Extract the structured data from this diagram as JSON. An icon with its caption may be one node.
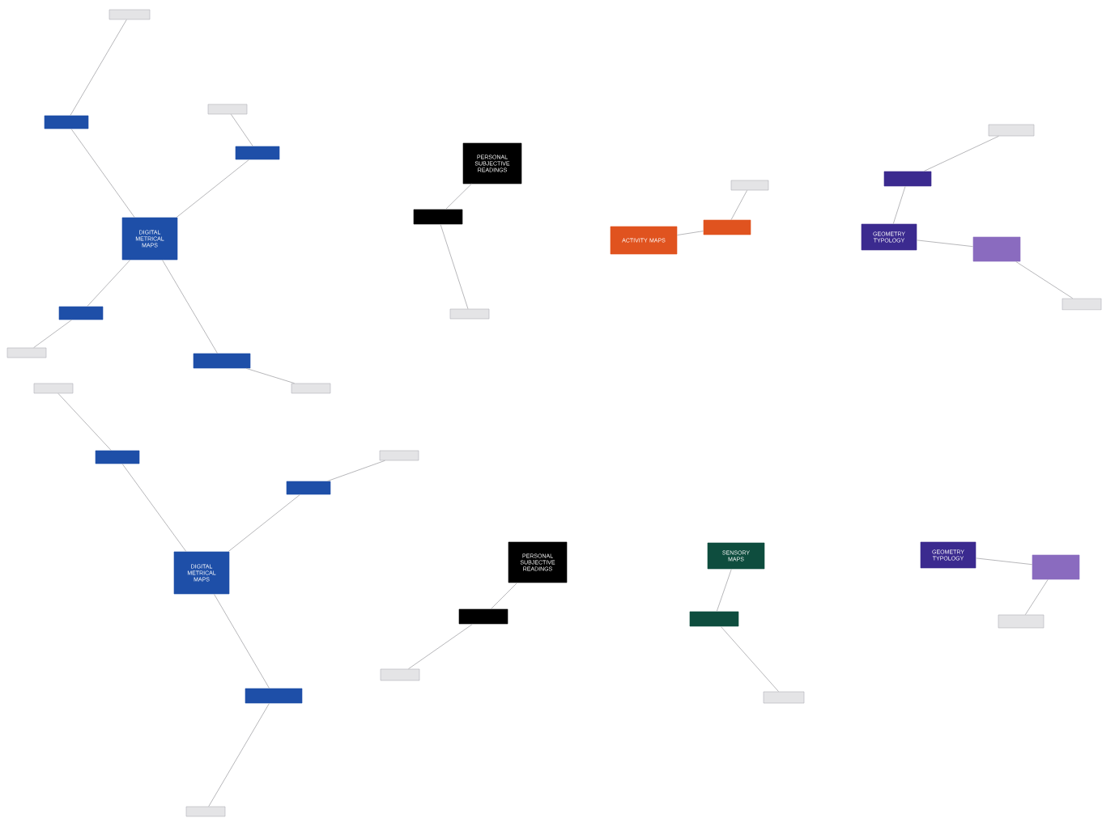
{
  "diagram": {
    "nodes": [
      {
        "text": [
          "DIGITAL METRICAL MAPS"
        ]
      },
      {
        "text": [],
        "shape": "box"
      },
      {
        "text": [],
        "shape": "box"
      },
      {
        "text": [],
        "shape": "box"
      },
      {
        "text": [],
        "shape": "box"
      },
      {
        "text": [],
        "shape": "box"
      },
      {
        "text": [],
        "shape": "box"
      },
      {
        "text": [],
        "shape": "box"
      },
      {
        "text": [],
        "shape": "box"
      },
      {
        "text": [
          "PERSONAL SUBJECTIVE READINGS"
        ]
      },
      {
        "text": [],
        "shape": "box"
      },
      {
        "text": [],
        "shape": "box"
      },
      {
        "text": [
          "ACTIVITY MAPS"
        ]
      },
      {
        "text": [],
        "shape": "box"
      },
      {
        "text": [],
        "shape": "box"
      },
      {
        "text": [
          "GEOMETRY TYPOLOGY"
        ]
      },
      {
        "text": [],
        "shape": "box"
      },
      {
        "text": [],
        "shape": "box"
      },
      {
        "text": [],
        "shape": "box"
      },
      {
        "text": [],
        "shape": "box"
      },
      {
        "text": [
          "DIGITAL METRICAL MAPS"
        ]
      },
      {
        "text": [],
        "shape": "box"
      },
      {
        "text": [],
        "shape": "box"
      },
      {
        "text": [],
        "shape": "box"
      },
      {
        "text": [],
        "shape": "box"
      },
      {
        "text": [],
        "shape": "box"
      },
      {
        "text": [],
        "shape": "box"
      },
      {
        "text": [
          "PERSONAL SUBJECTIVE READINGS"
        ]
      },
      {
        "text": [],
        "shape": "box"
      },
      {
        "text": [],
        "shape": "box"
      },
      {
        "text": [
          "SENSORY MAPS"
        ]
      },
      {
        "text": [],
        "shape": "box"
      },
      {
        "text": [],
        "shape": "box"
      },
      {
        "text": [
          "GEOMETRY TYPOLOGY"
        ]
      },
      {
        "text": [],
        "shape": "box"
      },
      {
        "text": [],
        "shape": "box"
      }
    ],
    "edges": [
      {
        "from": 0,
        "to": 1,
        "arrow": "none"
      },
      {
        "from": 1,
        "to": 2,
        "arrow": "none"
      },
      {
        "from": 0,
        "to": 3,
        "arrow": "none"
      },
      {
        "from": 3,
        "to": 4,
        "arrow": "none"
      },
      {
        "from": 0,
        "to": 5,
        "arrow": "none"
      },
      {
        "from": 5,
        "to": 6,
        "arrow": "none"
      },
      {
        "from": 0,
        "to": 7,
        "arrow": "none"
      },
      {
        "from": 7,
        "to": 8,
        "arrow": "none"
      },
      {
        "from": 9,
        "to": 10,
        "arrow": "none"
      },
      {
        "from": 10,
        "to": 11,
        "arrow": "none"
      },
      {
        "from": 12,
        "to": 13,
        "arrow": "none"
      },
      {
        "from": 13,
        "to": 14,
        "arrow": "none"
      },
      {
        "from": 15,
        "to": 16,
        "arrow": "none"
      },
      {
        "from": 16,
        "to": 17,
        "arrow": "none"
      },
      {
        "from": 15,
        "to": 18,
        "arrow": "none"
      },
      {
        "from": 18,
        "to": 19,
        "arrow": "none"
      },
      {
        "from": 20,
        "to": 21,
        "arrow": "none"
      },
      {
        "from": 21,
        "to": 22,
        "arrow": "none"
      },
      {
        "from": 20,
        "to": 23,
        "arrow": "none"
      },
      {
        "from": 23,
        "to": 24,
        "arrow": "none"
      },
      {
        "from": 20,
        "to": 25,
        "arrow": "none"
      },
      {
        "from": 25,
        "to": 26,
        "arrow": "none"
      },
      {
        "from": 27,
        "to": 28,
        "arrow": "none"
      },
      {
        "from": 28,
        "to": 29,
        "arrow": "none"
      },
      {
        "from": 30,
        "to": 31,
        "arrow": "none"
      },
      {
        "from": 31,
        "to": 32,
        "arrow": "none"
      },
      {
        "from": 33,
        "to": 34,
        "arrow": "none"
      },
      {
        "from": 34,
        "to": 35,
        "arrow": "none"
      }
    ]
  }
}
